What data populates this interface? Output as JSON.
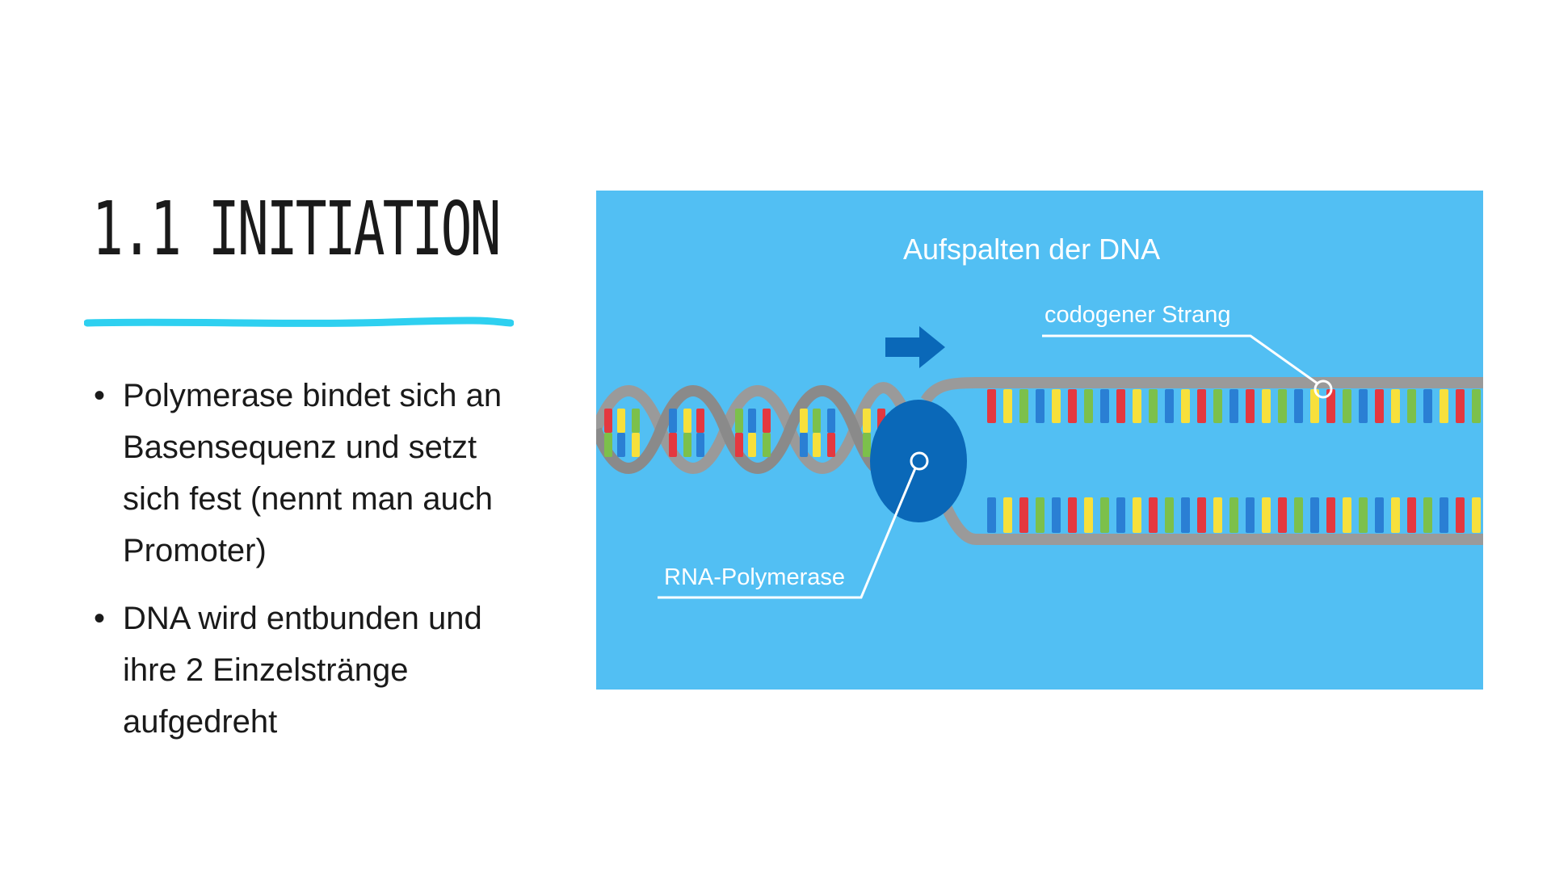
{
  "slide": {
    "title": "1.1 INITIATION",
    "bullets": [
      "Polymerase bindet sich an Basensequenz und setzt sich fest (nennt man auch Promoter)",
      "DNA wird entbunden und ihre 2 Einzelstränge aufgedreht"
    ],
    "bullet_glyph": "•"
  },
  "figure": {
    "title": "Aufspalten der DNA",
    "strand_label": "codogener Strang",
    "polymerase_label": "RNA-Polymerase",
    "colors": {
      "background": "#52bff3",
      "polymerase": "#0a68b8",
      "arrow": "#0a68b8",
      "backbone": "#9a9a9a",
      "base_red": "#e4383f",
      "base_yellow": "#f7e03c",
      "base_green": "#7cc04b",
      "base_blue": "#2a7fd4",
      "underline": "#2ed0f0"
    }
  }
}
